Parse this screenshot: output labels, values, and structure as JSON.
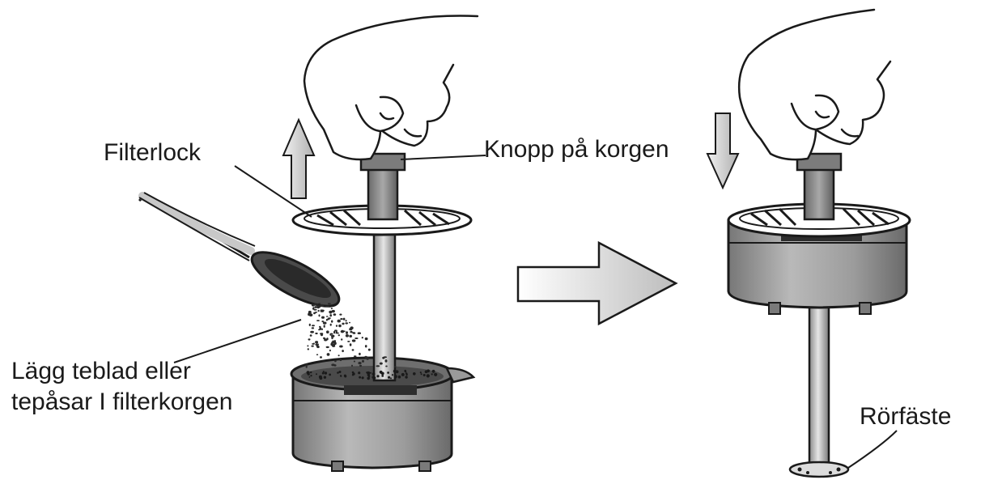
{
  "labels": {
    "filterlock": "Filterlock",
    "knopp": "Knopp på korgen",
    "lagg_line1": "Lägg teblad eller",
    "lagg_line2": "tepåsar I filterkorgen",
    "rorfaste": "Rörfäste"
  },
  "colors": {
    "outline": "#1a1a1a",
    "metal_light": "#c8c8c8",
    "metal_mid": "#9a9a9a",
    "metal_dark": "#5a5a5a",
    "arrow_fill": "#dddddd"
  },
  "icons": {
    "lift_arrow": "arrow-up-icon",
    "press_arrow": "arrow-down-icon",
    "process_arrow": "arrow-right-icon"
  }
}
